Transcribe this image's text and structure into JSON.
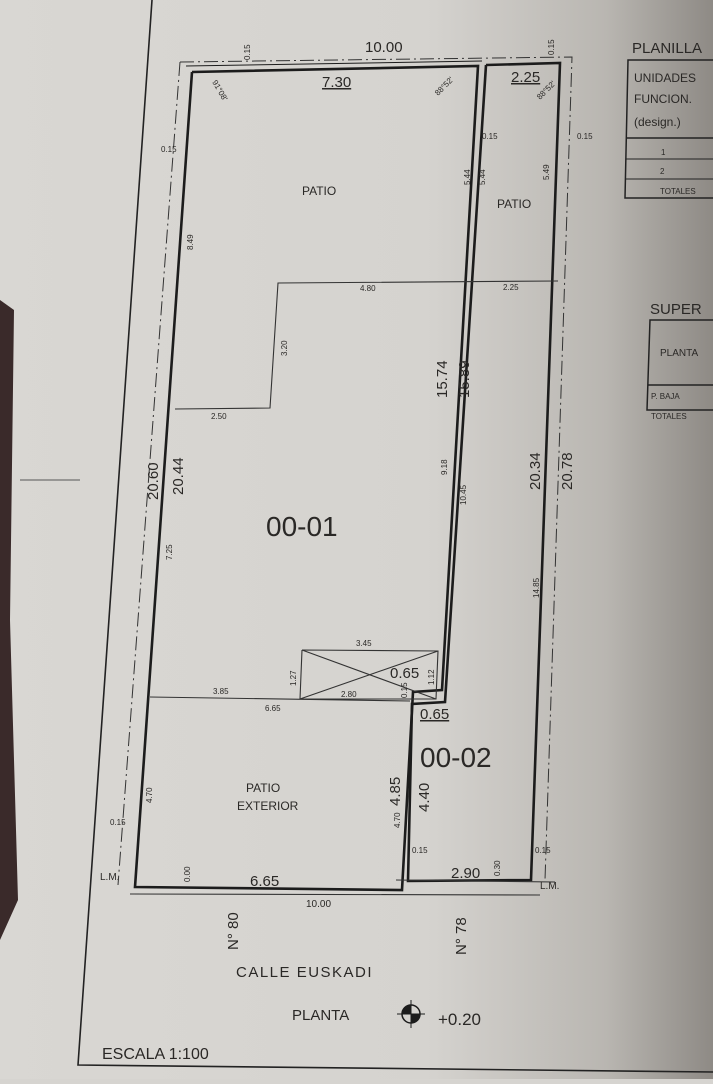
{
  "plan": {
    "units": {
      "u1": "00-01",
      "u2": "00-02"
    },
    "rooms": {
      "patio1": "PATIO",
      "patio2": "PATIO",
      "patio_ext1": "PATIO",
      "patio_ext2": "EXTERIOR"
    },
    "dims": {
      "top_total": "10.00",
      "top_wall_l": "0.15",
      "top_wall_r": "0.15",
      "u1_top": "7.30",
      "u2_top": "2.25",
      "ang_1": "91°08'",
      "ang_2": "88°52'",
      "ang_3": "88°52'",
      "left_wall": "0.15",
      "u2_wall_l": "0.15",
      "u2_wall_r": "0.15",
      "patio_side_l": "8.49",
      "patio_side_r1": "5.44",
      "patio_side_r2": "5.44",
      "u2_patio_side": "5.49",
      "mid_480": "4.80",
      "mid_225": "2.25",
      "step_320": "3.20",
      "step_250": "2.50",
      "lot_left": "20.60",
      "u1_left": "20.44",
      "u1_right_a": "15.74",
      "u1_right_b": "15.89",
      "u1_9_18": "9.18",
      "u1_10_45": "10.45",
      "u2_right_a": "20.34",
      "u2_right_b": "20.78",
      "left_7_25": "7.25",
      "u2_14_85": "14.85",
      "box_top": "3.45",
      "box_h": "1.27",
      "box_065": "0.65",
      "box_112": "1.12",
      "box_015": "0.15",
      "box_bottom": "2.80",
      "line_385": "3.85",
      "line_665": "6.65",
      "u2_065": "0.65",
      "left_470": "4.70",
      "r_485": "4.85",
      "r_470": "4.70",
      "u2_440": "4.40",
      "bl_015": "0.15",
      "bl_000": "0.00",
      "bottom_665": "6.65",
      "u2_b015": "0.15",
      "u2_290": "2.90",
      "u2_030": "0.30",
      "r_b015": "0.15",
      "lm_left": "L.M.",
      "lm_right": "L.M.",
      "bottom_total": "10.00"
    },
    "street": {
      "no_left": "N° 80",
      "no_right": "N° 78",
      "name": "CALLE EUSKADI"
    },
    "level": {
      "label": "PLANTA",
      "value": "+0.20"
    },
    "scale": "ESCALA 1:100"
  },
  "tables": {
    "planilla": {
      "title": "PLANILLA",
      "header": [
        "UNIDADES",
        "FUNCION.",
        "(design.)"
      ],
      "rows": [
        "1",
        "2",
        "TOTALES"
      ]
    },
    "superficie": {
      "title": "SUPER",
      "header": "PLANTA",
      "rows": [
        "P. BAJA",
        "TOTALES"
      ]
    }
  }
}
